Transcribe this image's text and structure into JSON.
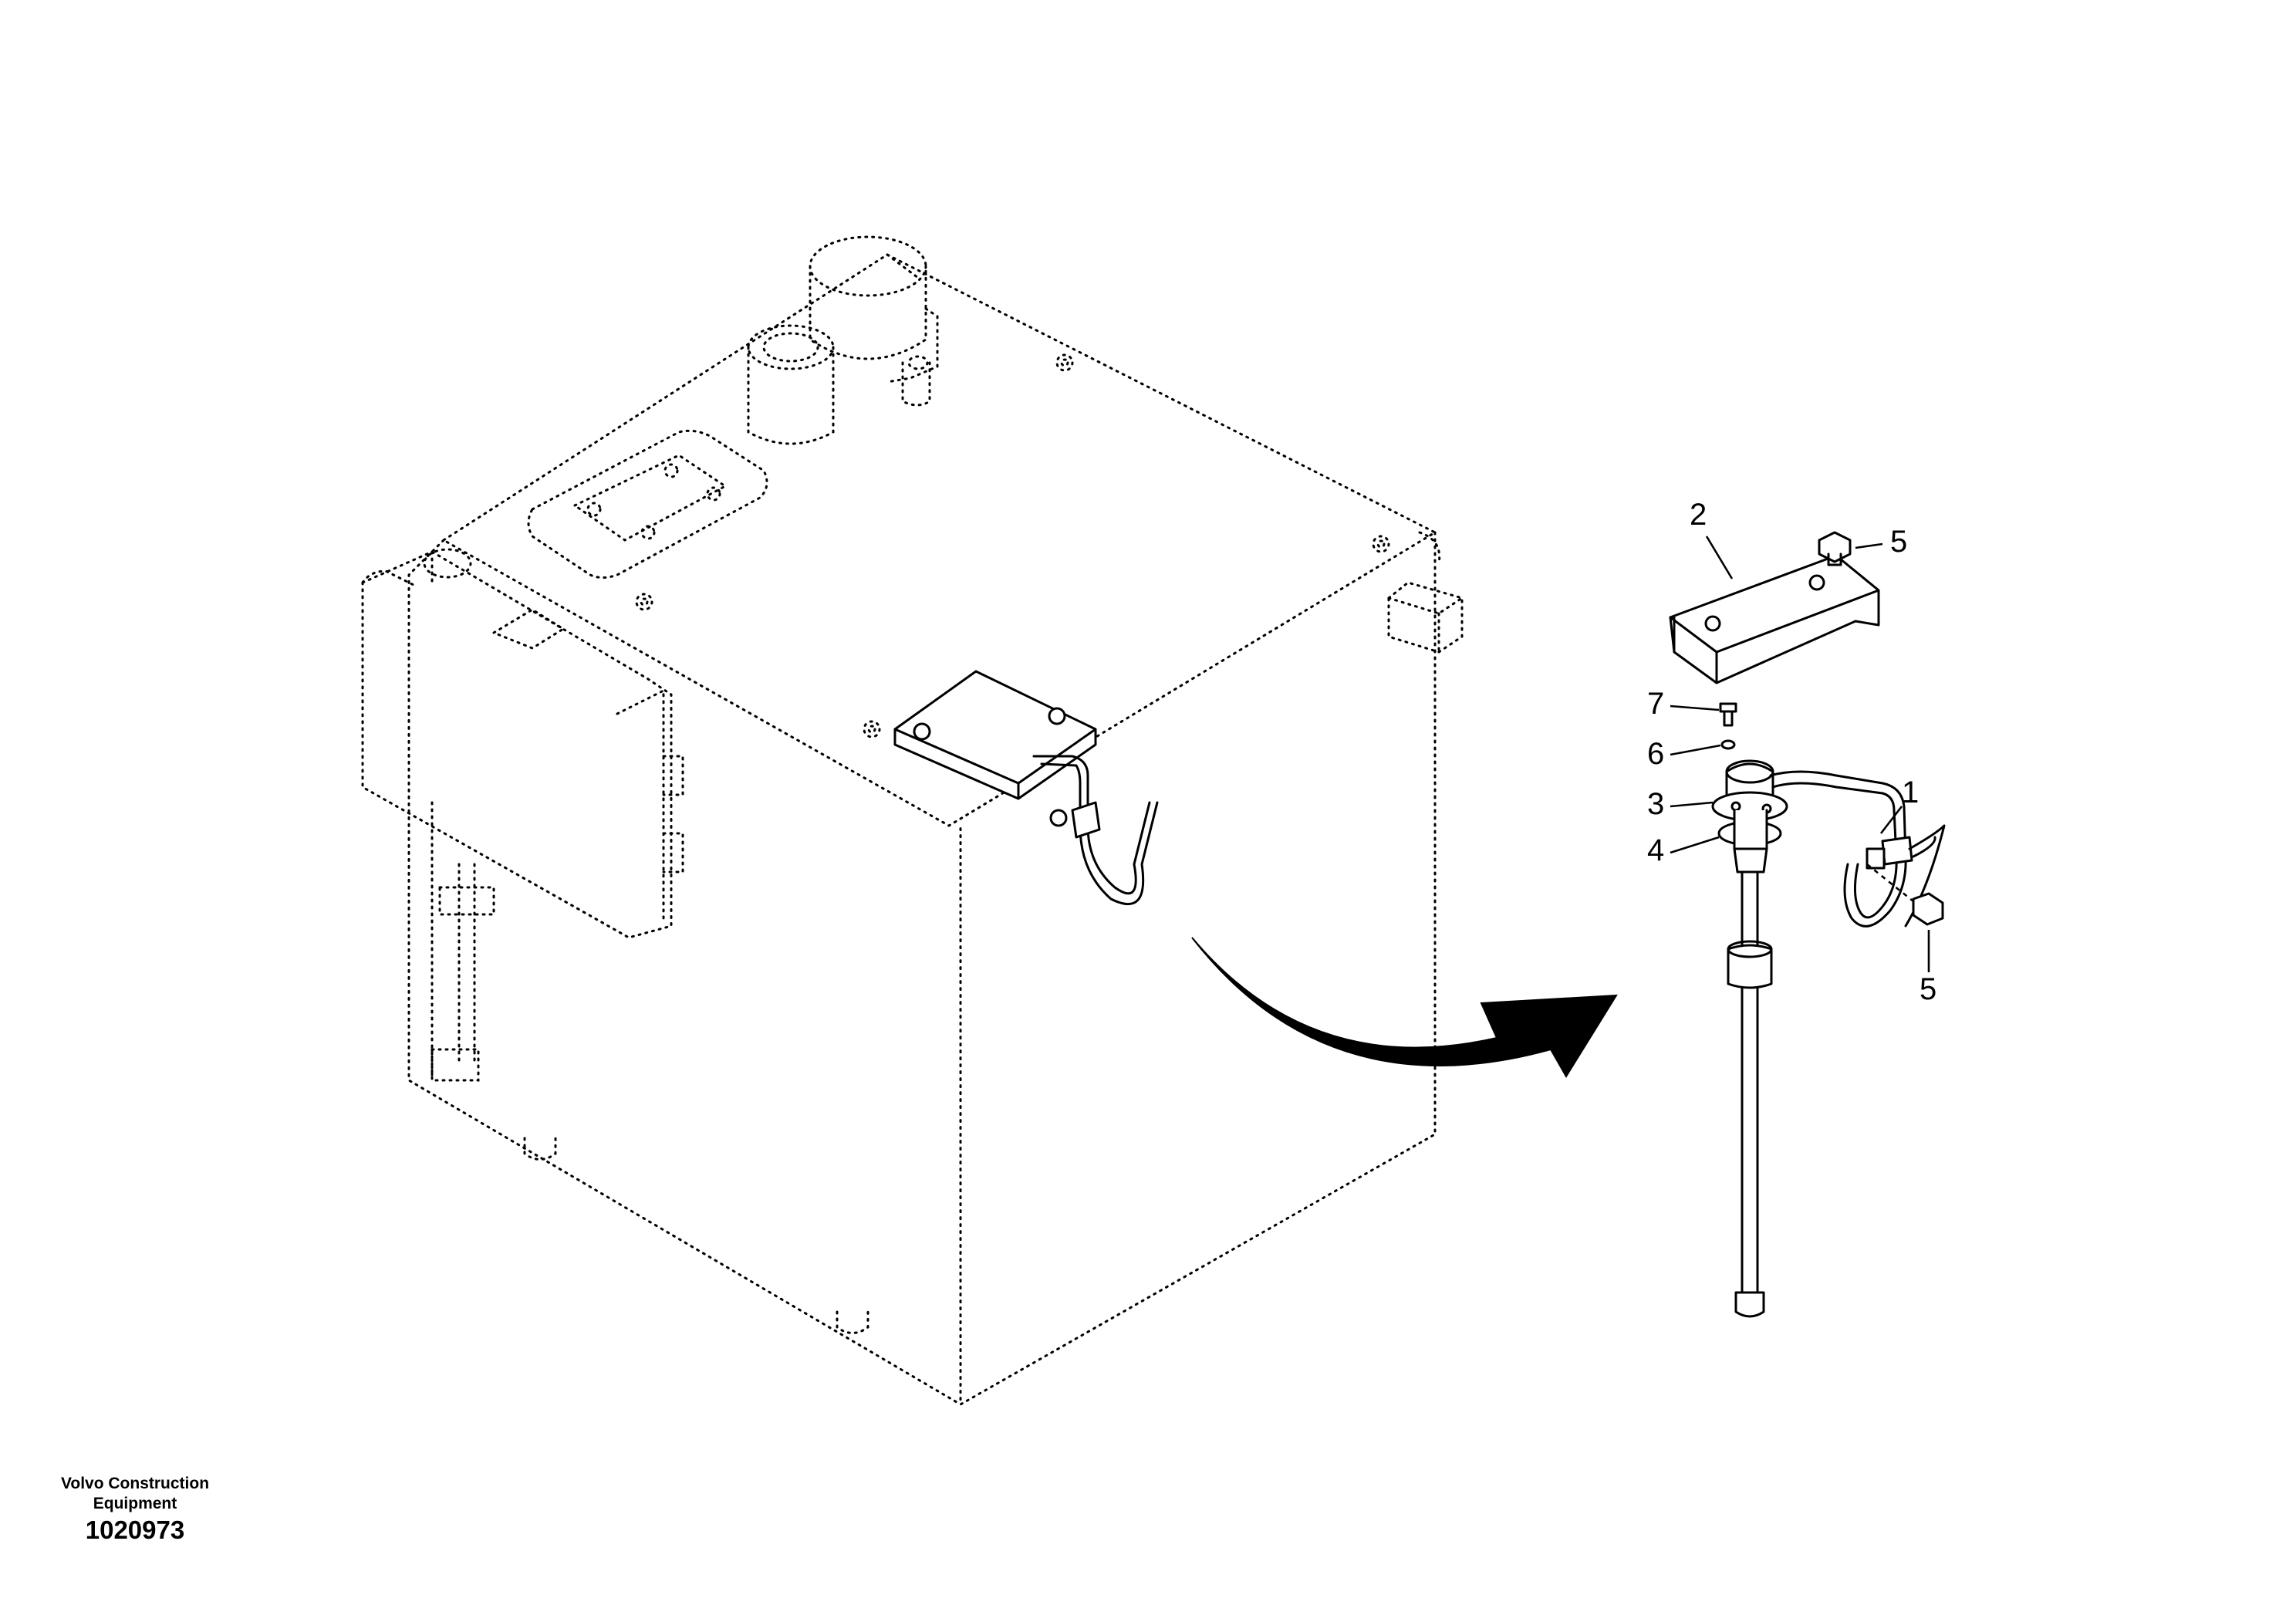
{
  "callouts": {
    "c1": "1",
    "c2": "2",
    "c3": "3",
    "c4": "4",
    "c5_top": "5",
    "c5_bottom": "5",
    "c6": "6",
    "c7": "7"
  },
  "footer": {
    "brand_line1": "Volvo Construction",
    "brand_line2": "Equipment",
    "figure_number": "1020973"
  }
}
